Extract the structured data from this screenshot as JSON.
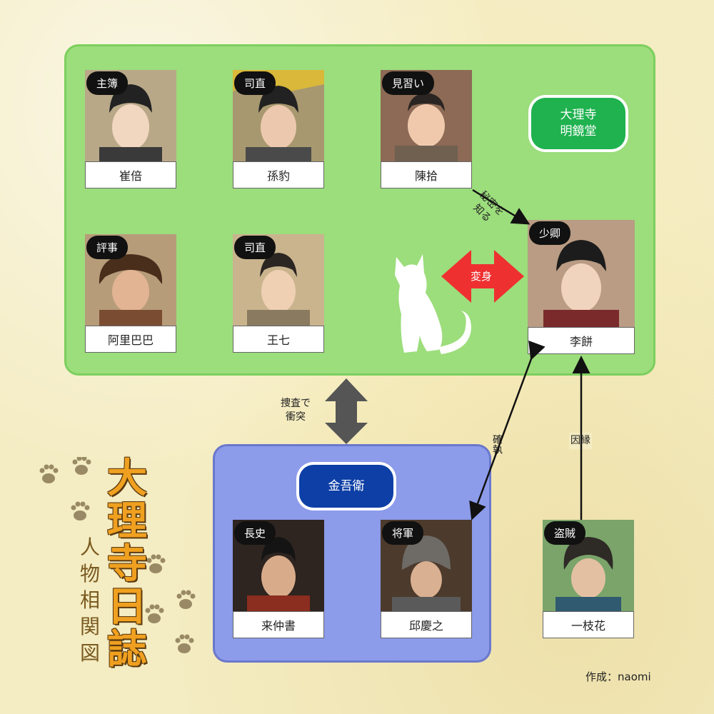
{
  "groups": {
    "dairiji": {
      "label_line1": "大理寺",
      "label_line2": "明鏡堂",
      "color": "#9cdd7c"
    },
    "kingoei": {
      "label": "金吾衛",
      "color": "#8c9bea"
    }
  },
  "characters": {
    "sai_bai": {
      "role": "主簿",
      "name": "崔倍"
    },
    "son_hyo": {
      "role": "司直",
      "name": "孫豹"
    },
    "chin_shu": {
      "role": "見習い",
      "name": "陳拾"
    },
    "alibaba": {
      "role": "評事",
      "name": "阿里巴巴"
    },
    "o_shichi": {
      "role": "司直",
      "name": "王七"
    },
    "ri_hei": {
      "role": "少卿",
      "name": "李餅"
    },
    "rai_chusho": {
      "role": "長史",
      "name": "来仲書"
    },
    "kyu_keishi": {
      "role": "将軍",
      "name": "邱慶之"
    },
    "ichishika": {
      "role": "盗賊",
      "name": "一枝花"
    }
  },
  "relations": {
    "secret": [
      "秘密を",
      "知る"
    ],
    "transform": "変身",
    "clash": [
      "捜査で",
      "衝突"
    ],
    "feud": "確執",
    "fate": "因縁"
  },
  "title": {
    "main": [
      "大",
      "理",
      "寺",
      "日",
      "誌"
    ],
    "sub": [
      "人",
      "物",
      "相",
      "関",
      "図"
    ]
  },
  "credit": "作成：naomi",
  "colors": {
    "transform_arrow": "#ef3030",
    "clash_arrow": "#555555",
    "title": "#f0a020"
  }
}
